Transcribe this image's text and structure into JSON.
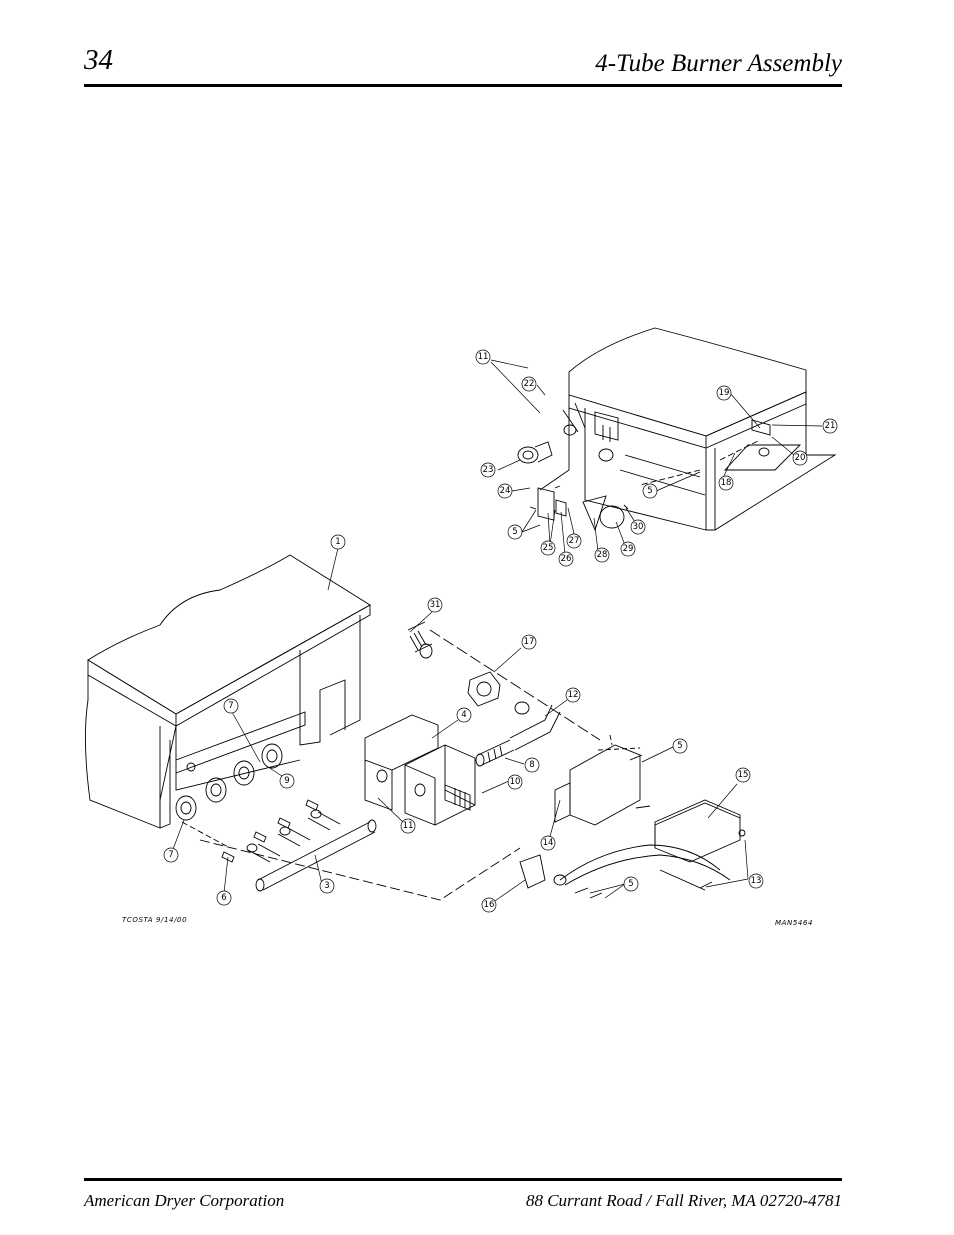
{
  "header": {
    "page_number": "34",
    "title": "4-Tube Burner Assembly"
  },
  "footer": {
    "company": "American Dryer Corporation",
    "address": "88 Currant Road / Fall River, MA 02720-4781"
  },
  "drawing": {
    "author_stamp": "TCOSTA 9/14/00",
    "drawing_number": "MAN5464",
    "callouts": [
      {
        "id": "c11a",
        "label": "11"
      },
      {
        "id": "c22",
        "label": "22"
      },
      {
        "id": "c23",
        "label": "23"
      },
      {
        "id": "c24",
        "label": "24"
      },
      {
        "id": "c5a",
        "label": "5"
      },
      {
        "id": "c25",
        "label": "25"
      },
      {
        "id": "c26",
        "label": "26"
      },
      {
        "id": "c27",
        "label": "27"
      },
      {
        "id": "c28",
        "label": "28"
      },
      {
        "id": "c29",
        "label": "29"
      },
      {
        "id": "c30",
        "label": "30"
      },
      {
        "id": "c5b",
        "label": "5"
      },
      {
        "id": "c18",
        "label": "18"
      },
      {
        "id": "c19",
        "label": "19"
      },
      {
        "id": "c21",
        "label": "21"
      },
      {
        "id": "c20",
        "label": "20"
      },
      {
        "id": "c1",
        "label": "1"
      },
      {
        "id": "c31",
        "label": "31"
      },
      {
        "id": "c17",
        "label": "17"
      },
      {
        "id": "c12",
        "label": "12"
      },
      {
        "id": "c4",
        "label": "4"
      },
      {
        "id": "c7a",
        "label": "7"
      },
      {
        "id": "c9",
        "label": "9"
      },
      {
        "id": "c8",
        "label": "8"
      },
      {
        "id": "c10",
        "label": "10"
      },
      {
        "id": "c5c",
        "label": "5"
      },
      {
        "id": "c15",
        "label": "15"
      },
      {
        "id": "c11b",
        "label": "11"
      },
      {
        "id": "c14",
        "label": "14"
      },
      {
        "id": "c7b",
        "label": "7"
      },
      {
        "id": "c6",
        "label": "6"
      },
      {
        "id": "c3",
        "label": "3"
      },
      {
        "id": "c13",
        "label": "13"
      },
      {
        "id": "c16",
        "label": "16"
      },
      {
        "id": "c5d",
        "label": "5"
      }
    ]
  }
}
